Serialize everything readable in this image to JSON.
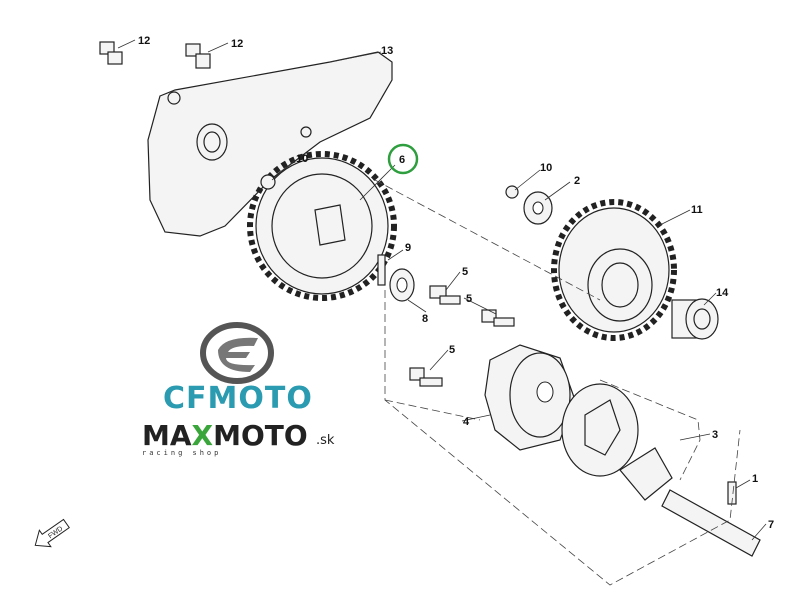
{
  "diagram": {
    "callouts": [
      {
        "id": "12a",
        "label": "12"
      },
      {
        "id": "12b",
        "label": "12"
      },
      {
        "id": "13",
        "label": "13"
      },
      {
        "id": "10a",
        "label": "10"
      },
      {
        "id": "6",
        "label": "6"
      },
      {
        "id": "10b",
        "label": "10"
      },
      {
        "id": "2",
        "label": "2"
      },
      {
        "id": "11",
        "label": "11"
      },
      {
        "id": "9",
        "label": "9"
      },
      {
        "id": "5a",
        "label": "5"
      },
      {
        "id": "5b",
        "label": "5"
      },
      {
        "id": "8",
        "label": "8"
      },
      {
        "id": "14",
        "label": "14"
      },
      {
        "id": "5c",
        "label": "5"
      },
      {
        "id": "4",
        "label": "4"
      },
      {
        "id": "3",
        "label": "3"
      },
      {
        "id": "1",
        "label": "1"
      },
      {
        "id": "7",
        "label": "7"
      }
    ],
    "highlight_color": "#2e9e3e",
    "fwd_label": "FWD"
  },
  "branding": {
    "cfmoto": "CFMOTO",
    "maxmoto_pre": "MA",
    "maxmoto_x": "X",
    "maxmoto_post": "MOTO",
    "maxmoto_tld": ".sk",
    "tagline": "racing shop",
    "cfmoto_color": "#2a9bb0"
  }
}
